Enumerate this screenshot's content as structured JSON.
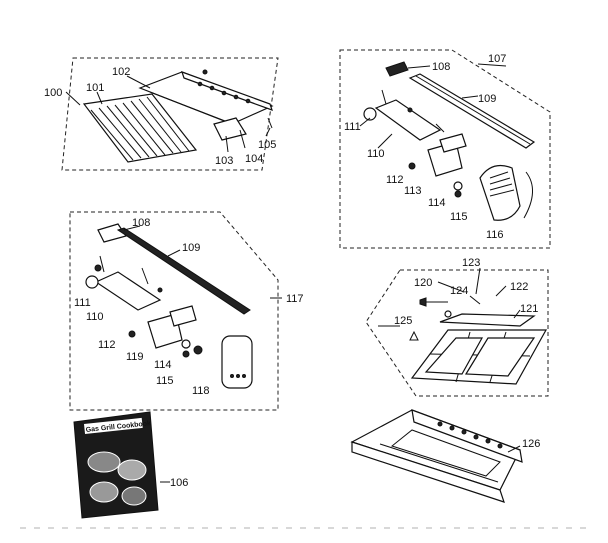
{
  "diagram": {
    "labels": {
      "l100": "100",
      "l101": "101",
      "l102": "102",
      "l103": "103",
      "l104": "104",
      "l105": "105",
      "l106": "106",
      "l107": "107",
      "l108a": "108",
      "l109a": "109",
      "l110a": "110",
      "l111a": "111",
      "l112a": "112",
      "l113": "113",
      "l114a": "114",
      "l115a": "115",
      "l116": "116",
      "l108b": "108",
      "l109b": "109",
      "l110b": "110",
      "l111b": "111",
      "l112b": "112",
      "l117": "117",
      "l118": "118",
      "l119": "119",
      "l114b": "114",
      "l115b": "115",
      "l120": "120",
      "l121": "121",
      "l122": "122",
      "l123": "123",
      "l124": "124",
      "l125": "125",
      "l126": "126"
    },
    "booklet_title": "Gas Grill Cookbook"
  }
}
